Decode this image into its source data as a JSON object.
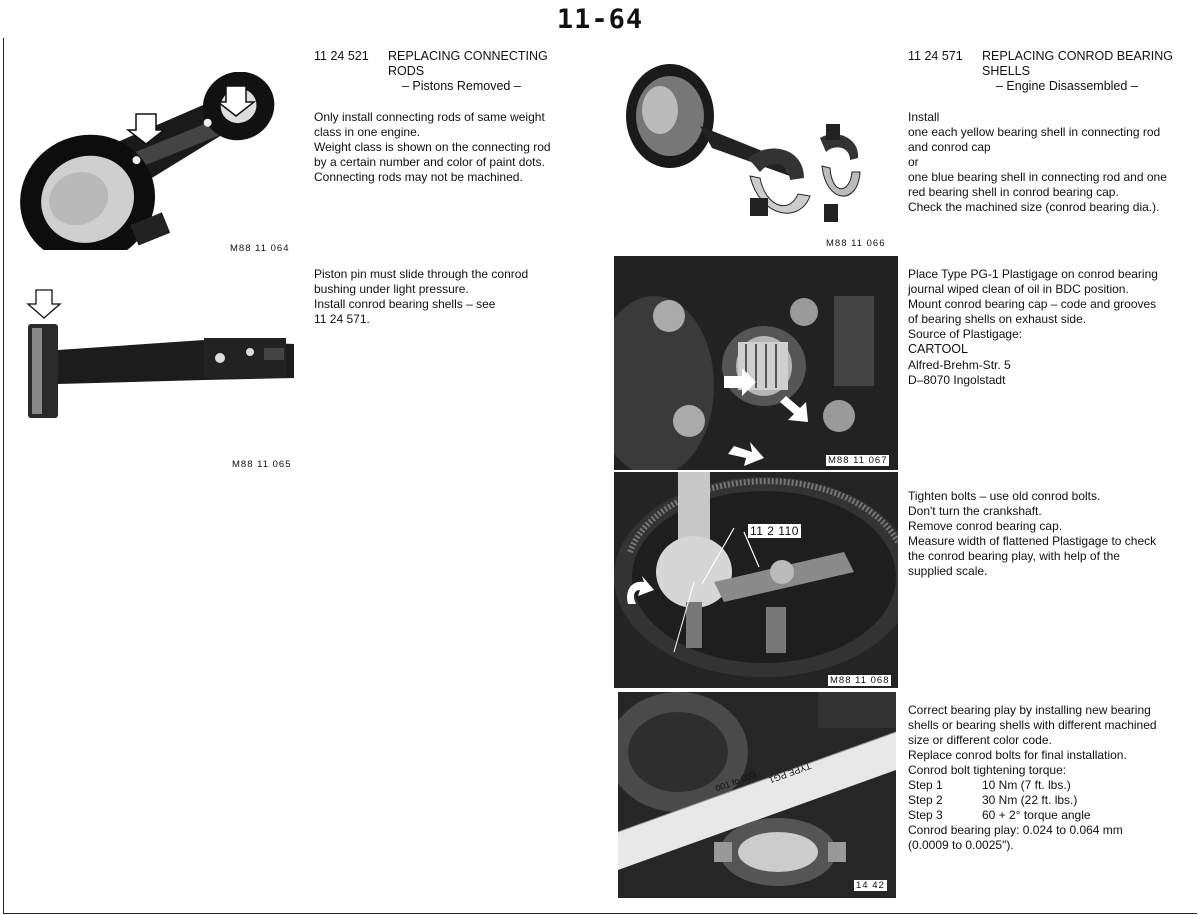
{
  "page_number": "11-64",
  "left": {
    "section": {
      "code": "11 24 521",
      "title": "REPLACING CONNECTING\nRODS",
      "subtitle": "– Pistons Removed –",
      "body": "Only install connecting rods of same weight\nclass in one engine.\nWeight class is shown on the connecting rod\nby a certain number and color of paint dots.\nConnecting rods may not be machined."
    },
    "figure1_caption": "M88 11 064",
    "figure2_caption": "M88 11 065",
    "body2": "Piston pin must slide through the conrod\nbushing under light pressure.\nInstall conrod bearing shells – see\n11 24 571."
  },
  "right": {
    "section": {
      "code": "11 24 571",
      "title": "REPLACING CONROD BEARING\nSHELLS",
      "subtitle": "– Engine Disassembled –",
      "body": "Install\none each yellow bearing shell in connecting rod\nand conrod cap\nor\none blue bearing shell in connecting rod and one\nred bearing shell in conrod bearing cap.\nCheck the machined size (conrod bearing dia.)."
    },
    "figure3_caption": "M88 11 066",
    "figure4_caption": "M88 11 067",
    "figure5_caption": "M88 11 068",
    "figure5_label": "11 2 110",
    "figure6_caption": "14 42",
    "figure6_strip_text": "TYPE PG1",
    "figure6_strip_numbers": "001 to 003",
    "plastigage_text": "Place Type PG-1 Plastigage on conrod bearing\njournal wiped clean of oil in BDC position.\nMount conrod bearing cap – code and grooves\nof bearing shells on exhaust side.\nSource of Plastigage:",
    "source_name": "CARTOOL",
    "source_address": "Alfred-Brehm-Str. 5\nD–8070 Ingolstadt",
    "tighten_text": "Tighten bolts – use old conrod bolts.\nDon't turn the crankshaft.\nRemove conrod bearing cap.\nMeasure width of flattened Plastigage to check\nthe conrod bearing play, with help of the\nsupplied scale.",
    "correct_text": "Correct bearing play by installing new bearing\nshells or bearing shells with different machined\nsize or different color code.\nReplace conrod bolts for final installation.\nConrod bolt tightening torque:",
    "steps": [
      {
        "label": "Step 1",
        "value": "10 Nm (7 ft. lbs.)"
      },
      {
        "label": "Step 2",
        "value": "30 Nm (22 ft. lbs.)"
      },
      {
        "label": "Step 3",
        "value": "60 + 2° torque angle"
      }
    ],
    "play_text": "Conrod bearing play: 0.024 to 0.064 mm\n(0.0009 to 0.0025\")."
  }
}
